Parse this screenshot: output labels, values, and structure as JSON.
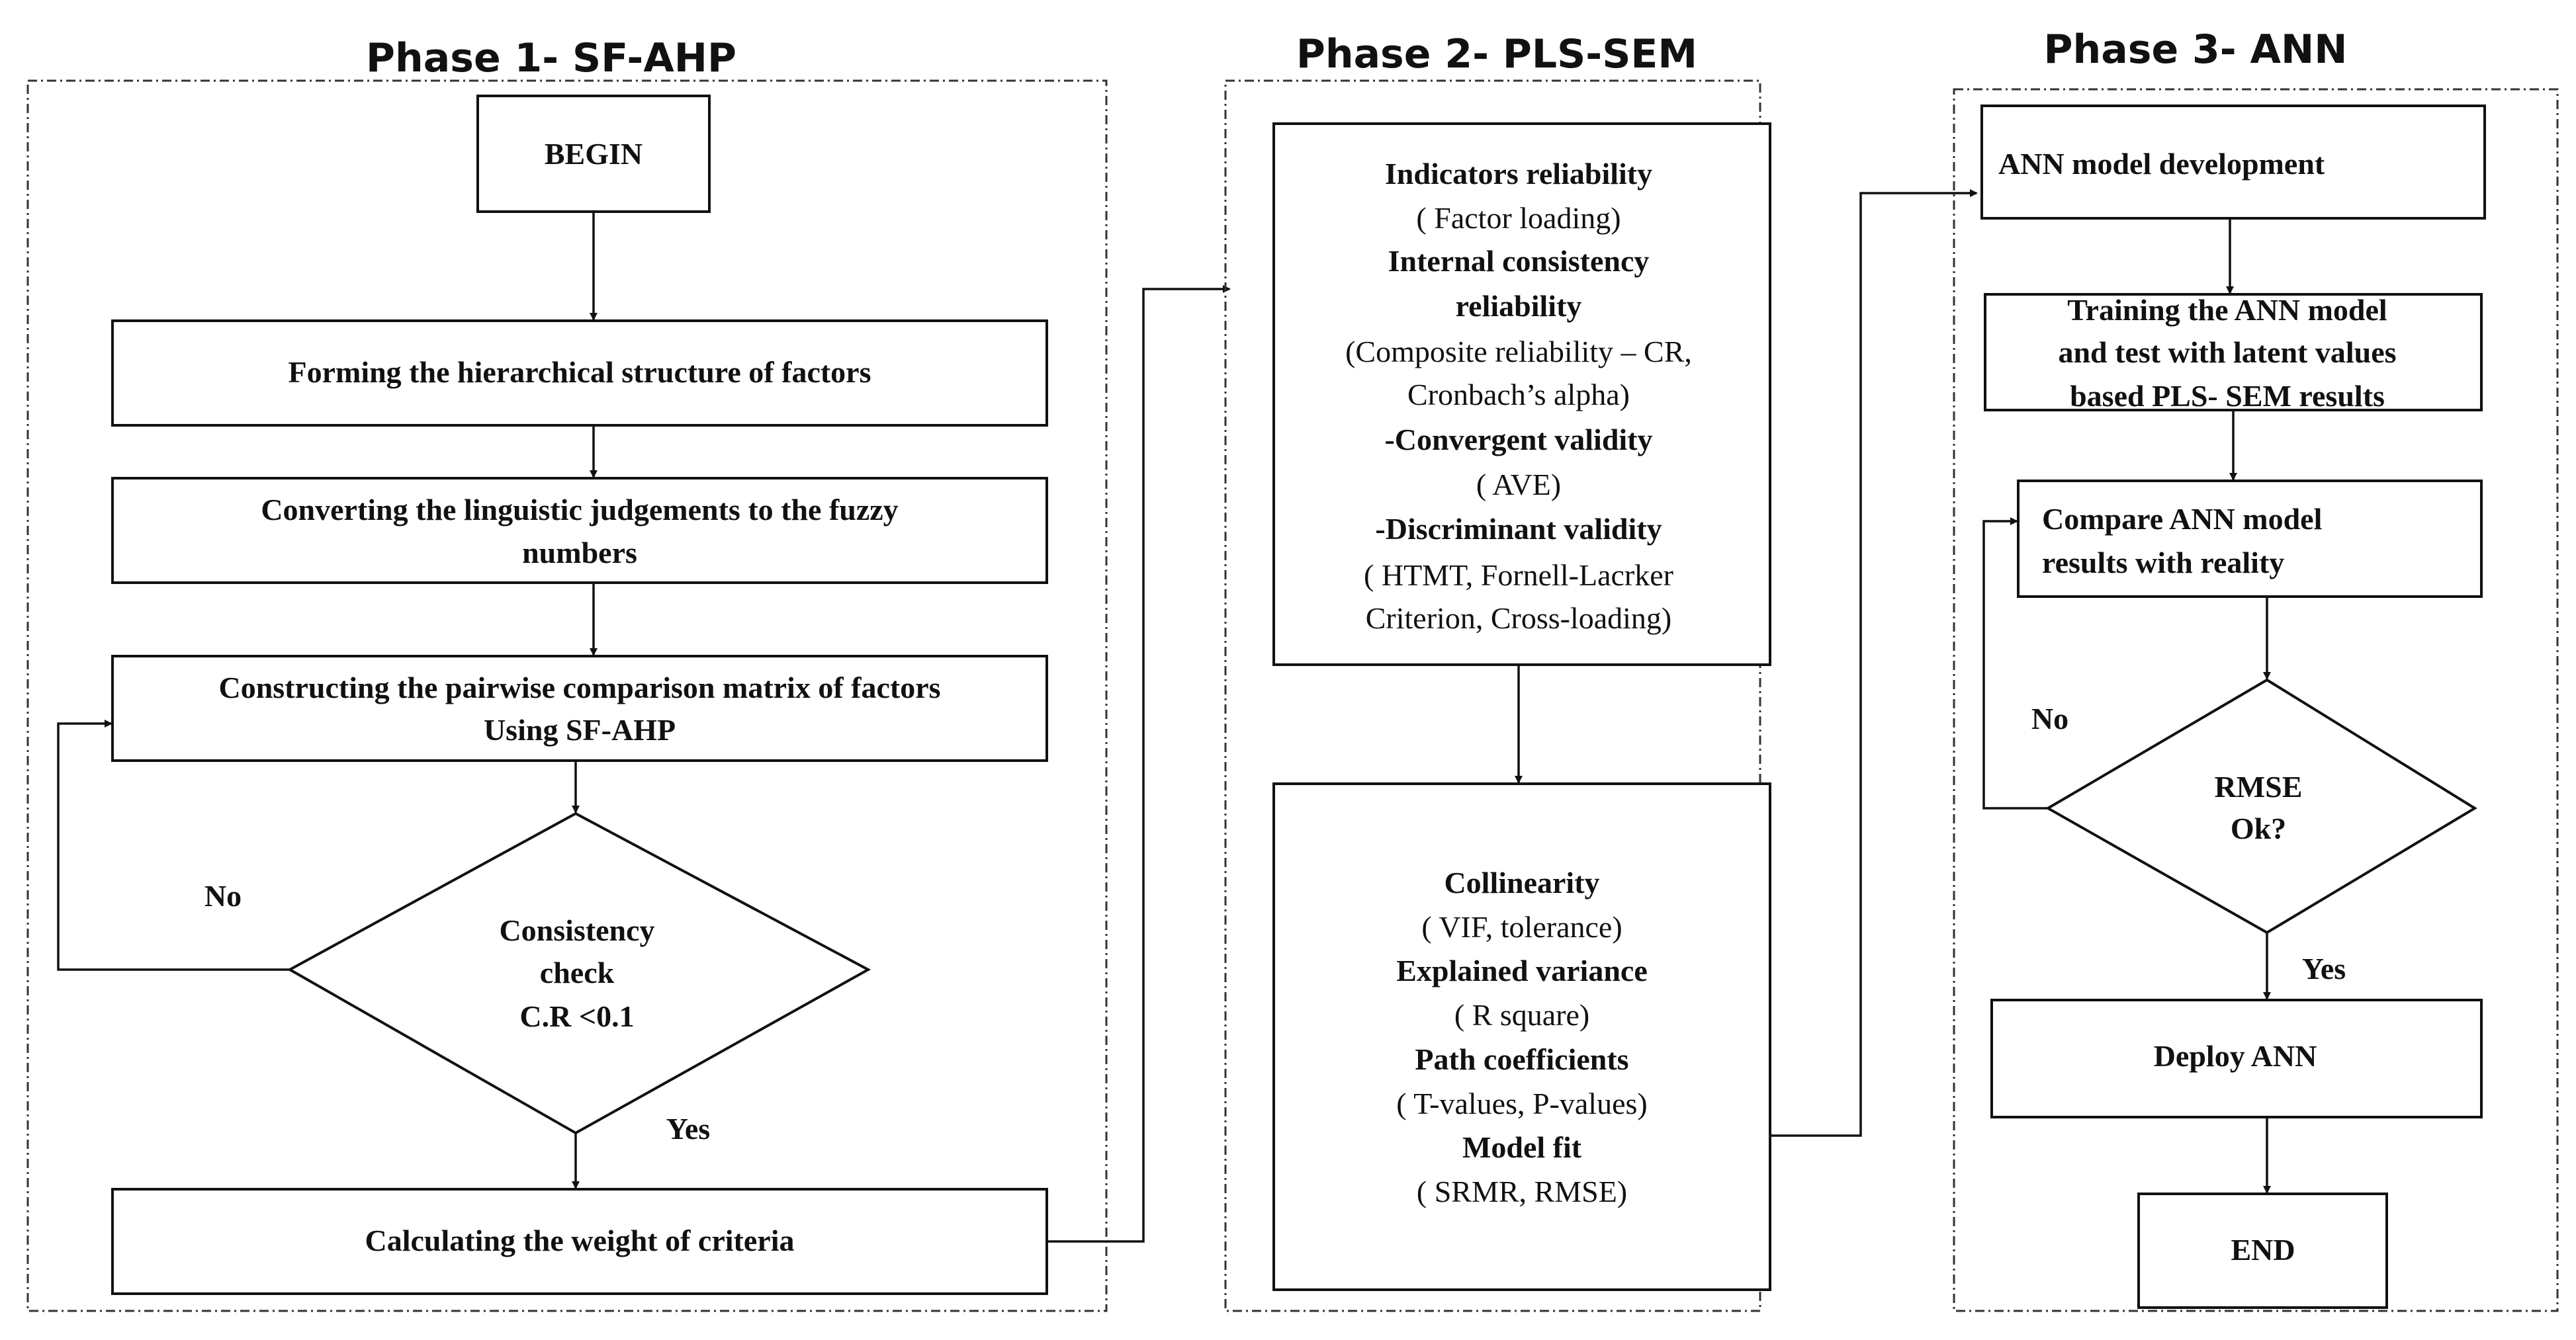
{
  "phases": [
    {
      "title": "Phase 1- SF-AHP",
      "begin": "BEGIN",
      "step1": "Forming the hierarchical structure of factors",
      "step2": [
        "Converting the linguistic judgements to the fuzzy",
        "numbers"
      ],
      "step3": [
        "Constructing the pairwise comparison matrix of factors",
        "Using SF-AHP"
      ],
      "decision": [
        "Consistency",
        "check",
        "C.R <0.1"
      ],
      "no_label": "No",
      "yes_label": "Yes",
      "step4": "Calculating the weight of criteria"
    },
    {
      "title": "Phase 2- PLS-SEM",
      "box1": [
        {
          "text": "Indicators reliability",
          "bold": true
        },
        {
          "text": "( Factor loading)",
          "bold": false
        },
        {
          "text": "Internal consistency",
          "bold": true
        },
        {
          "text": "reliability",
          "bold": true
        },
        {
          "text": "(Composite reliability – CR,",
          "bold": false
        },
        {
          "text": "Cronbach’s alpha)",
          "bold": false
        },
        {
          "text": "-Convergent validity",
          "bold": true
        },
        {
          "text": "( AVE)",
          "bold": false
        },
        {
          "text": "-Discriminant validity",
          "bold": true
        },
        {
          "text": "( HTMT, Fornell-Lacrker",
          "bold": false
        },
        {
          "text": "Criterion, Cross-loading)",
          "bold": false
        }
      ],
      "box2": [
        {
          "text": "Collinearity",
          "bold": true
        },
        {
          "text": "( VIF, tolerance)",
          "bold": false
        },
        {
          "text": "Explained variance",
          "bold": true
        },
        {
          "text": "( R square)",
          "bold": false
        },
        {
          "text": "Path coefficients",
          "bold": true
        },
        {
          "text": "( T-values, P-values)",
          "bold": false
        },
        {
          "text": "Model fit",
          "bold": true
        },
        {
          "text": "( SRMR, RMSE)",
          "bold": false
        }
      ]
    },
    {
      "title": "Phase 3- ANN",
      "step1": "ANN model development",
      "step2": [
        "Training the ANN model",
        "and test with latent values",
        "based PLS- SEM results"
      ],
      "step3": [
        "Compare ANN model",
        "results with reality"
      ],
      "decision": [
        "RMSE",
        "Ok?"
      ],
      "no_label": "No",
      "yes_label": "Yes",
      "deploy": "Deploy ANN",
      "end": "END"
    }
  ]
}
